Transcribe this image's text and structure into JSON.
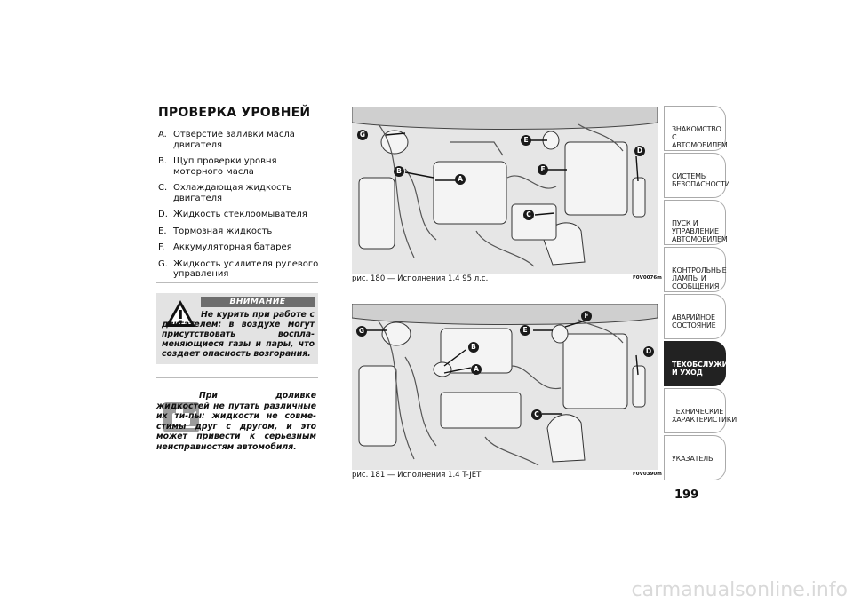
{
  "title": "ПРОВЕРКА УРОВНЕЙ",
  "levels": [
    {
      "key": "A.",
      "text": "Отверстие заливки масла двигателя"
    },
    {
      "key": "B.",
      "text": "Щуп проверки уровня моторного масла"
    },
    {
      "key": "C.",
      "text": "Охлаждающая жидкость двигателя"
    },
    {
      "key": "D.",
      "text": "Жидкость стеклоомывателя"
    },
    {
      "key": "E.",
      "text": "Тормозная жидкость"
    },
    {
      "key": "F.",
      "text": "Аккумуляторная батарея"
    },
    {
      "key": "G.",
      "text": "Жидкость усилителя рулевого управления"
    }
  ],
  "warning": {
    "header": "ВНИМАНИЕ",
    "text": "Не курить при работе с двигателем: в воздухе могут присутствовать воспла-меняющиеся газы и пары, что создает опасность возгорания."
  },
  "note": {
    "text": "При доливке жидкостей не путать различные их ти-пы: жидкости не совме-стимы друг с другом, и это может привести к серьезным неисправностям автомобиля."
  },
  "figures": [
    {
      "caption": "рис. 180 — Исполнения 1.4 95 л.с.",
      "code": "F0V0076m",
      "callouts": [
        "A",
        "B",
        "C",
        "D",
        "E",
        "F",
        "G"
      ]
    },
    {
      "caption": "рис. 181 — Исполнения 1.4 T-JET",
      "code": "F0V0390m",
      "callouts": [
        "A",
        "B",
        "C",
        "D",
        "E",
        "F",
        "G"
      ]
    }
  ],
  "tabs": [
    {
      "label": "ЗНАКОМСТВО С АВТОМОБИЛЕМ",
      "active": false
    },
    {
      "label": "СИСТЕМЫ БЕЗОПАСНОСТИ",
      "active": false
    },
    {
      "label": "ПУСК И УПРАВЛЕНИЕ АВТОМОБИЛЕМ",
      "active": false
    },
    {
      "label": "КОНТРОЛЬНЫЕ ЛАМПЫ И СООБЩЕНИЯ",
      "active": false
    },
    {
      "label": "АВАРИЙНОЕ СОСТОЯНИЕ",
      "active": false
    },
    {
      "label": "ТЕХОБСЛУЖИВАНИЕ И УХОД",
      "active": true
    },
    {
      "label": "ТЕХНИЧЕСКИЕ ХАРАКТЕРИСТИКИ",
      "active": false
    },
    {
      "label": "УКАЗАТЕЛЬ",
      "active": false
    }
  ],
  "page_number": "199",
  "watermark": "carmanualsonline.info"
}
